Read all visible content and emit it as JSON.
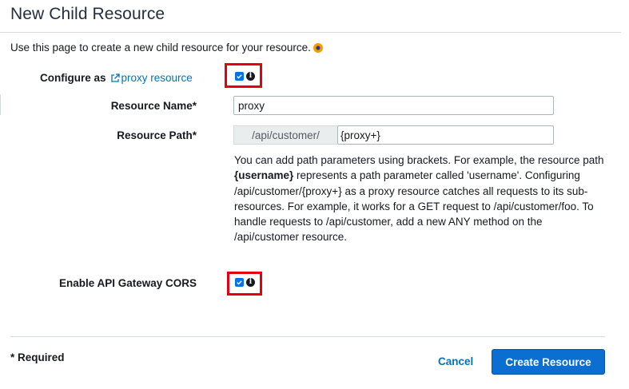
{
  "page": {
    "title": "New Child Resource",
    "intro": "Use this page to create a new child resource for your resource."
  },
  "configure": {
    "label": "Configure as",
    "link_text": "proxy resource",
    "checked": true
  },
  "resource_name": {
    "label": "Resource Name*",
    "value": "proxy"
  },
  "resource_path": {
    "label": "Resource Path*",
    "prefix": "/api/customer/",
    "value": "{proxy+}"
  },
  "help": {
    "part1": "You can add path parameters using brackets. For example, the resource path ",
    "bold": "{username}",
    "part2": " represents a path parameter called 'username'. Configuring /api/customer/{proxy+} as a proxy resource catches all requests to its sub-resources. For example, it works for a GET request to /api/customer/foo. To handle requests to /api/customer, add a new ANY method on the /api/customer resource."
  },
  "cors": {
    "label": "Enable API Gateway CORS",
    "checked": true
  },
  "footer": {
    "required_note": "* Required",
    "cancel_label": "Cancel",
    "create_label": "Create Resource"
  },
  "colors": {
    "accent": "#0b6fd1",
    "link": "#0073bb",
    "highlight": "#e3000f"
  },
  "icons": {
    "help": "help-dot-icon",
    "external_link": "external-link-icon",
    "info": "info-icon",
    "checkbox": "checkmark-icon"
  }
}
